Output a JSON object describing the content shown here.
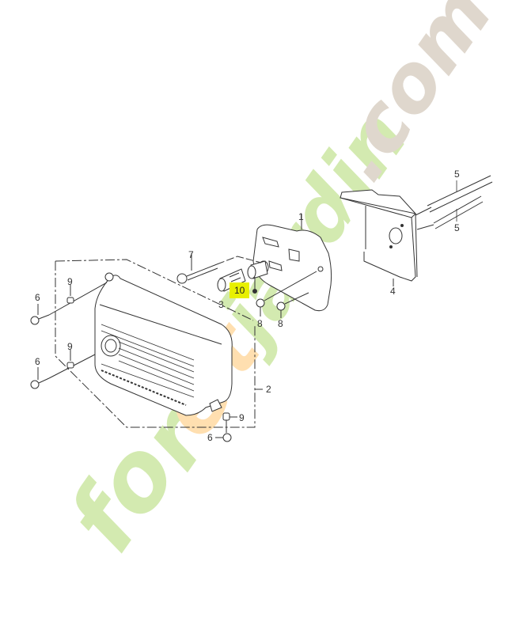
{
  "diagram": {
    "type": "exploded-parts-diagram",
    "subject": "Muffler assembly",
    "highlighted_part": "10",
    "highlight_color": "#e8f000",
    "line_color": "#333333",
    "callouts": [
      {
        "id": "c1",
        "label": "1",
        "part": "muffler"
      },
      {
        "id": "c2",
        "label": "2",
        "part": "muffler protector / cover"
      },
      {
        "id": "c3",
        "label": "3",
        "part": "spark arrester"
      },
      {
        "id": "c4",
        "label": "4",
        "part": "muffler heat shield / bracket"
      },
      {
        "id": "c5a",
        "label": "5",
        "part": "stud bolt (upper)"
      },
      {
        "id": "c5b",
        "label": "5",
        "part": "stud bolt (lower)"
      },
      {
        "id": "c6a",
        "label": "6",
        "part": "flange bolt (upper left)"
      },
      {
        "id": "c6b",
        "label": "6",
        "part": "flange bolt (lower left)"
      },
      {
        "id": "c6c",
        "label": "6",
        "part": "flange bolt (bottom)"
      },
      {
        "id": "c7",
        "label": "7",
        "part": "flange bolt (long)"
      },
      {
        "id": "c8a",
        "label": "8",
        "part": "flange nut"
      },
      {
        "id": "c8b",
        "label": "8",
        "part": "flange nut"
      },
      {
        "id": "c9a",
        "label": "9",
        "part": "collar (upper left)"
      },
      {
        "id": "c9b",
        "label": "9",
        "part": "collar (lower left)"
      },
      {
        "id": "c9c",
        "label": "9",
        "part": "collar (bottom)"
      },
      {
        "id": "c10",
        "label": "10",
        "part": "screw (highlighted)"
      }
    ]
  },
  "watermark": {
    "text_part1": "for",
    "text_part2": "et",
    "text_part3": "jardin",
    "text_part4": ".com",
    "colors": {
      "green": "#c8e6a0",
      "orange": "#ffd59a",
      "tan": "#d6ccc0"
    }
  }
}
